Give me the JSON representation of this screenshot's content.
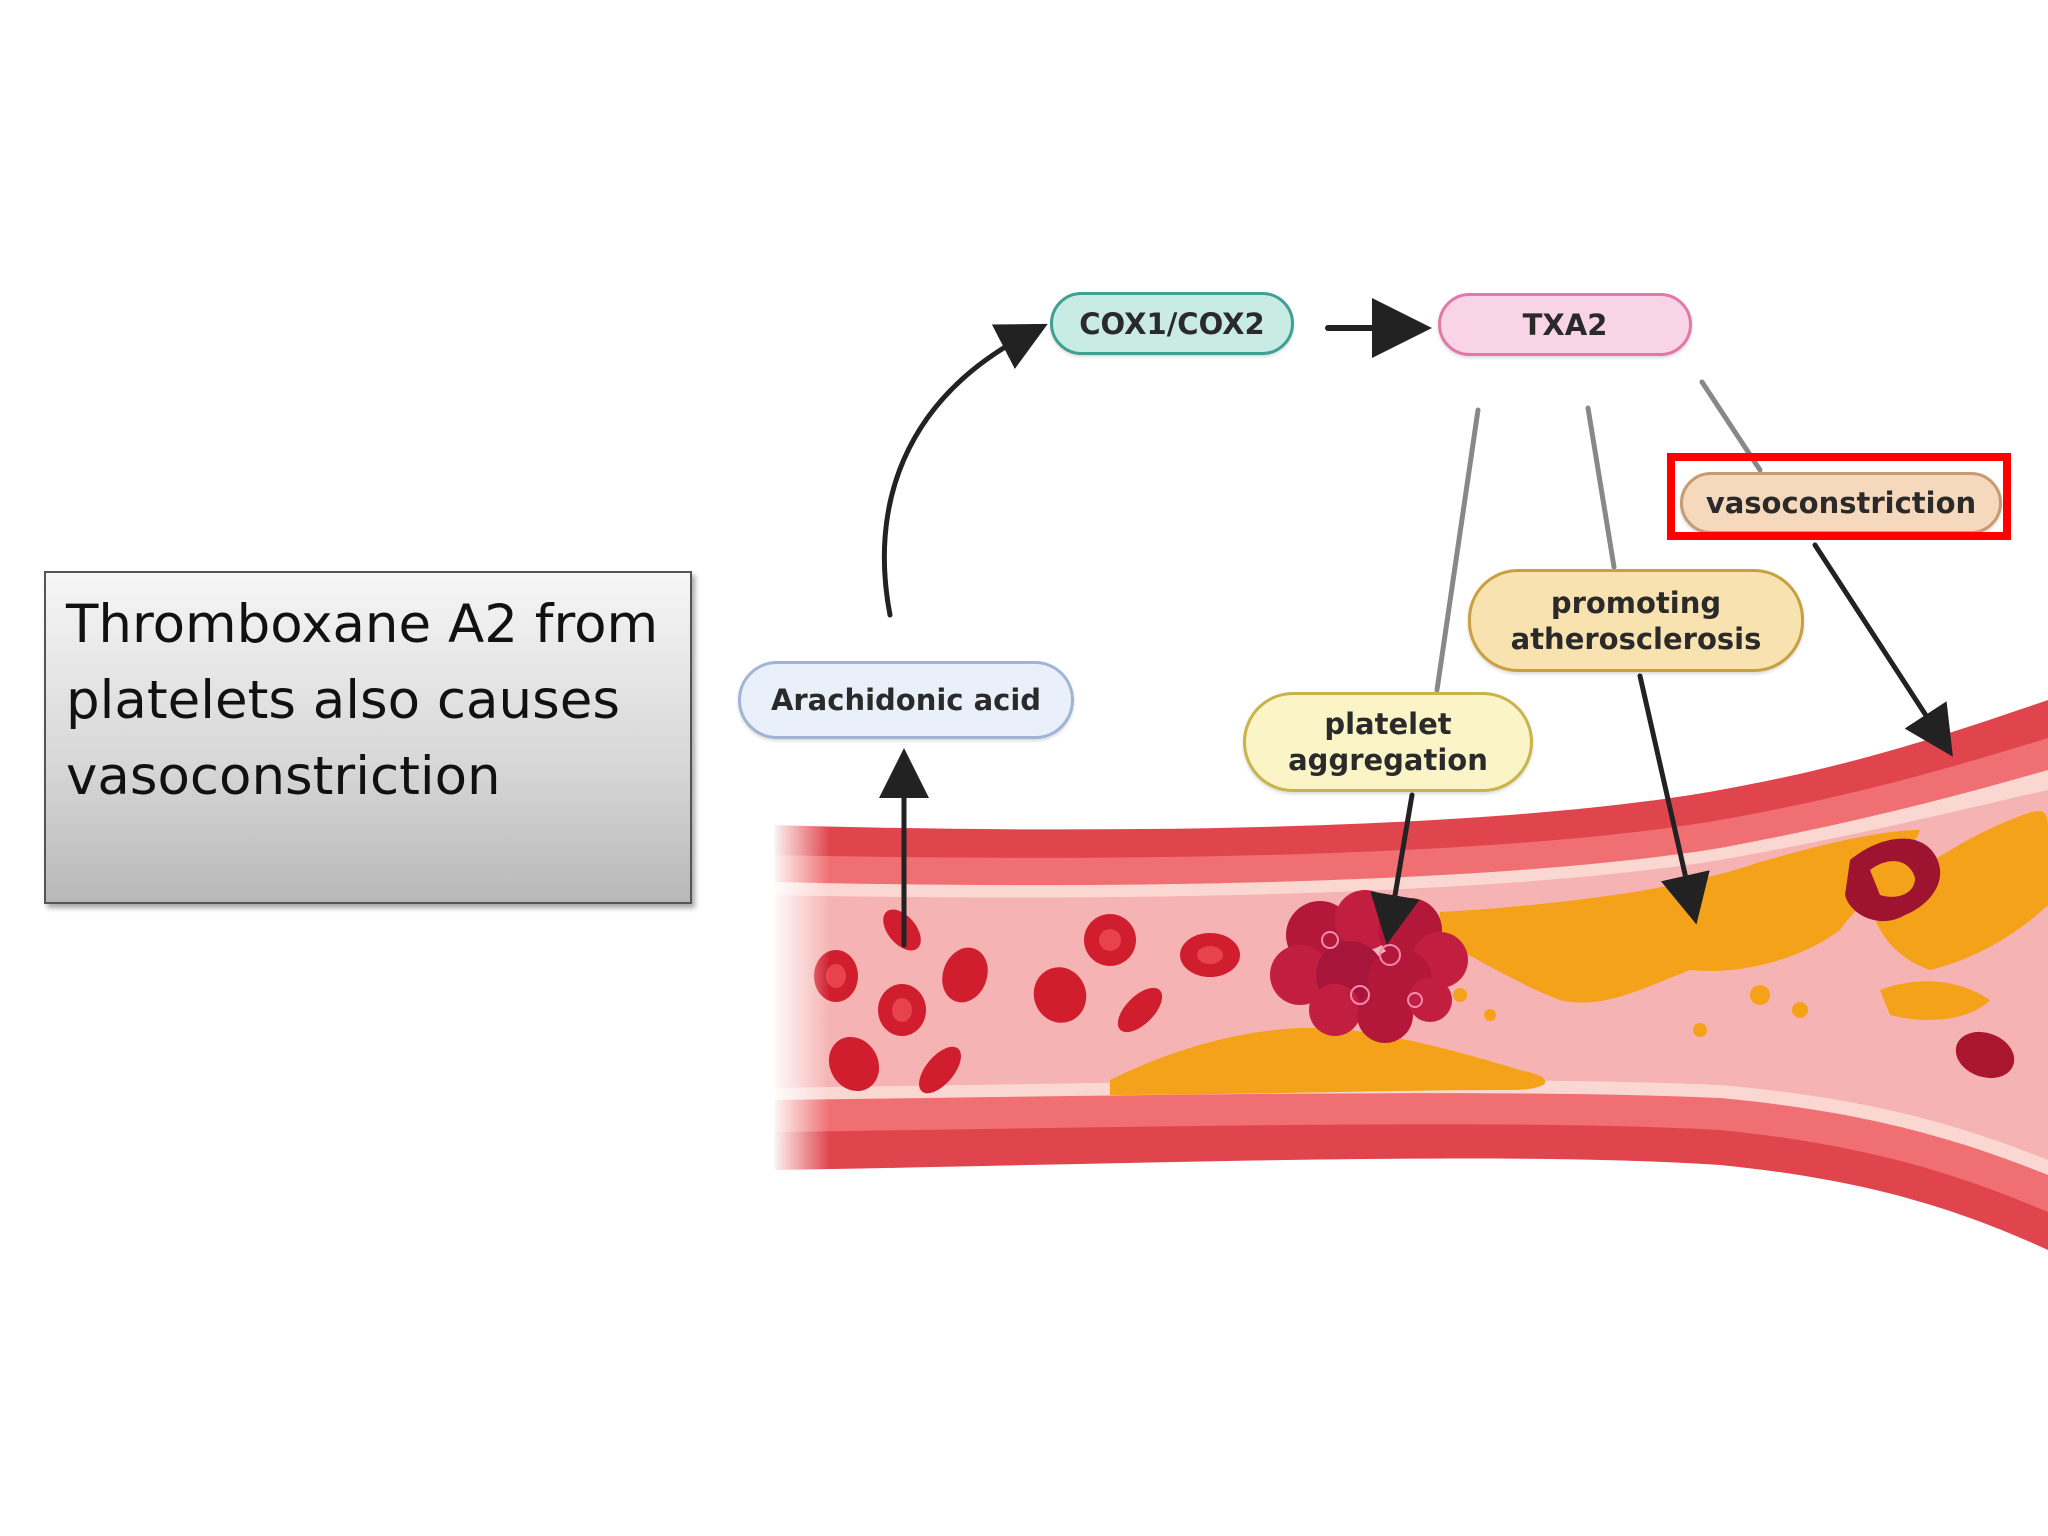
{
  "caption": {
    "lines": [
      "Thromboxane A2 from",
      "platelets also causes",
      "vasoconstriction"
    ]
  },
  "labels": {
    "cox": "COX1/COX2",
    "txa2": "TXA2",
    "vasoconstriction": "vasoconstriction",
    "atherosclerosis_line1": "promoting",
    "atherosclerosis_line2": "atherosclerosis",
    "platelet_line1": "platelet",
    "platelet_line2": "aggregation",
    "arachidonic": "Arachidonic acid"
  },
  "colors": {
    "highlight": "#ff0000",
    "vessel_wall": "#e0454d",
    "lumen": "#f6b3b3",
    "plaque": "#f5a21b",
    "rbc": "#d01e2e",
    "clot": "#9e1430",
    "arrow": "#222222"
  }
}
